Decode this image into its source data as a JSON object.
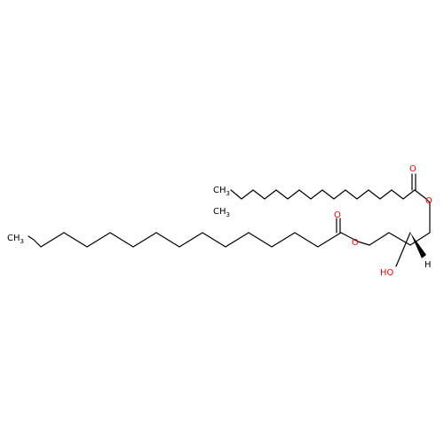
{
  "molecule": {
    "atom_labels": {
      "methyl_terminal": "CH",
      "methyl_terminal_sub": "3",
      "isobranch_top": "CH",
      "isobranch_top_sub": "3",
      "isobranch_bottom": "CH",
      "isobranch_bottom_sub": "3",
      "ester_upper_carbonyl_o": "O",
      "ester_upper_o": "O",
      "ester_lower_carbonyl_o": "O",
      "ester_lower_o": "O",
      "hydroxyl": "HO",
      "stereo_h": "H"
    }
  },
  "colors": {
    "bond": "#000000",
    "oxygen": "#ff0000",
    "carbon_label": "#000000"
  }
}
